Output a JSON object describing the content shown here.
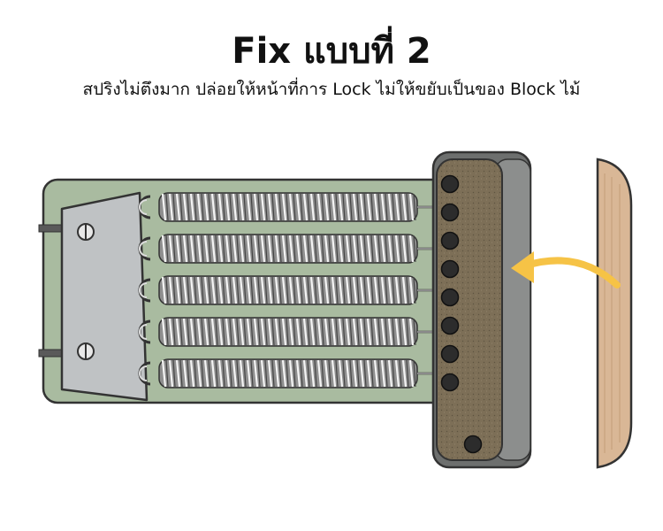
{
  "heading": {
    "title": "Fix แบบที่ 2",
    "subtitle": "สปริงไม่ตึงมาก ปล่อยให้หน้าที่การ Lock ไม่ให้ขยับเป็นของ Block ไม้"
  },
  "diagram": {
    "spring_count": 5,
    "block_hole_count": 8,
    "colors": {
      "plate": "#a9bba0",
      "plate_outline": "#333333",
      "claw": "#bfc2c4",
      "spring": "#8f8f8f",
      "block_outer": "#6d6f6e",
      "block_inner": "#7d6f57",
      "hole": "#2c2c2c",
      "wood": "#d9b796",
      "arrow": "#f6c346"
    }
  }
}
